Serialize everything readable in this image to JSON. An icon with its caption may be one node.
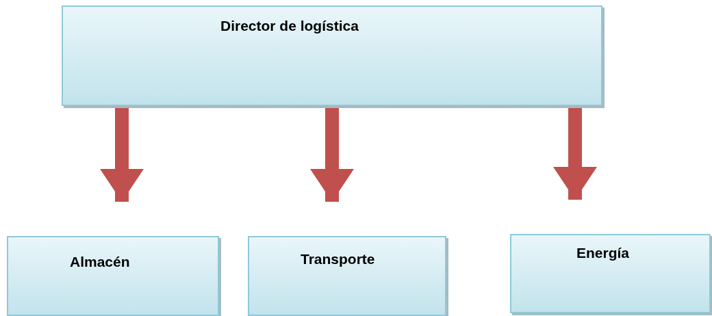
{
  "diagram": {
    "nodes": [
      {
        "text": [
          "Director de logística"
        ]
      },
      {
        "text": [
          "Almacén"
        ]
      },
      {
        "text": [
          "Transporte"
        ]
      },
      {
        "text": [
          "Energía"
        ]
      }
    ],
    "edges": [
      {
        "from": 0,
        "to": 1,
        "arrow": "to"
      },
      {
        "from": 0,
        "to": 2,
        "arrow": "to"
      },
      {
        "from": 0,
        "to": 3,
        "arrow": "to"
      }
    ]
  }
}
